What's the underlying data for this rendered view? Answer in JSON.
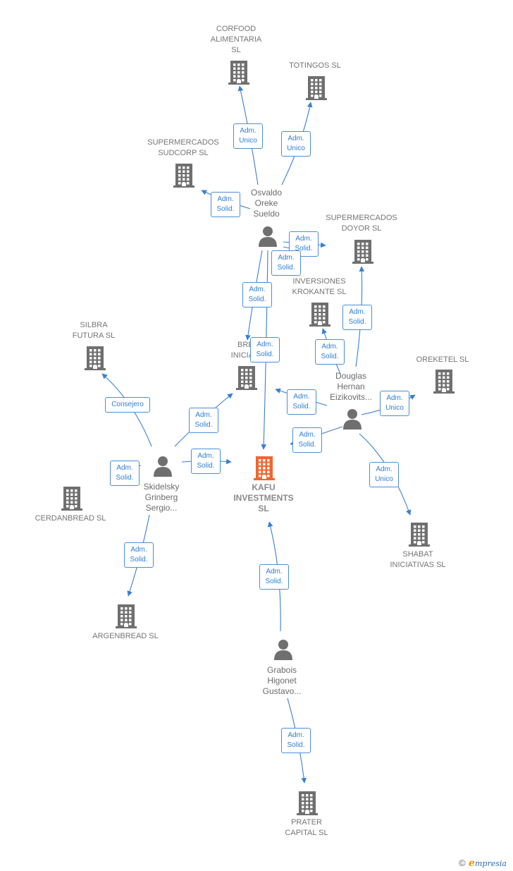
{
  "companies": [
    {
      "id": "corfood",
      "label": "CORFOOD\nALIMENTARIA\nSL",
      "main": false
    },
    {
      "id": "totingos",
      "label": "TOTINGOS  SL",
      "main": false
    },
    {
      "id": "supermercados-sudcorp",
      "label": "SUPERMERCADOS\nSUDCORP  SL",
      "main": false
    },
    {
      "id": "supermercados-doyor",
      "label": "SUPERMERCADOS\nDOYOR  SL",
      "main": false
    },
    {
      "id": "inversiones-krokante",
      "label": "INVERSIONES\nKROKANTE  SL",
      "main": false
    },
    {
      "id": "silbra-futura",
      "label": "SILBRA\nFUTURA SL",
      "main": false
    },
    {
      "id": "bread-iniciativas",
      "label": "BREA\nINICIATIV",
      "main": false
    },
    {
      "id": "oreketel",
      "label": "OREKETEL SL",
      "main": false
    },
    {
      "id": "kafu-investments",
      "label": "KAFU\nINVESTMENTS\nSL",
      "main": true
    },
    {
      "id": "cerdanbread",
      "label": "CERDANBREAD SL",
      "main": false
    },
    {
      "id": "shabat-iniciativas",
      "label": "SHABAT\nINICIATIVAS SL",
      "main": false
    },
    {
      "id": "argenbread",
      "label": "ARGENBREAD SL",
      "main": false
    },
    {
      "id": "prater-capital",
      "label": "PRATER\nCAPITAL  SL",
      "main": false
    }
  ],
  "persons": [
    {
      "id": "osvaldo",
      "label": "Osvaldo\nOreke\nSueldo"
    },
    {
      "id": "douglas",
      "label": "Douglas\nHernan\nEizikovits..."
    },
    {
      "id": "skidelsky",
      "label": "Skidelsky\nGrinberg\nSergio..."
    },
    {
      "id": "grabois",
      "label": "Grabois\nHigonet\nGustavo..."
    }
  ],
  "relations": [
    {
      "id": "r1",
      "label": "Adm.\nUnico"
    },
    {
      "id": "r2",
      "label": "Adm.\nUnico"
    },
    {
      "id": "r3",
      "label": "Adm.\nSolid."
    },
    {
      "id": "r4",
      "label": "Adm.\nSolid."
    },
    {
      "id": "r5",
      "label": "Adm.\nSolid."
    },
    {
      "id": "r6",
      "label": "Adm.\nSolid."
    },
    {
      "id": "r7",
      "label": "Adm.\nSolid."
    },
    {
      "id": "r8",
      "label": "Adm.\nSolid."
    },
    {
      "id": "r9",
      "label": "Adm.\nSolid."
    },
    {
      "id": "r10",
      "label": "Adm.\nSolid."
    },
    {
      "id": "r11",
      "label": "Adm.\nUnico"
    },
    {
      "id": "r12",
      "label": "Adm.\nSolid."
    },
    {
      "id": "r13",
      "label": "Adm.\nUnico"
    },
    {
      "id": "r14",
      "label": "Consejero"
    },
    {
      "id": "r15",
      "label": "Adm.\nSolid."
    },
    {
      "id": "r16",
      "label": "Adm.\nSolid."
    },
    {
      "id": "r17",
      "label": "Adm.\nSolid."
    },
    {
      "id": "r18",
      "label": "Adm.\nSolid."
    },
    {
      "id": "r19",
      "label": "Adm.\nSolid."
    },
    {
      "id": "r20",
      "label": "Adm.\nSolid."
    }
  ],
  "footer": {
    "copyright": "©",
    "brand_initial": "e",
    "brand_rest": "mpresia"
  },
  "colors": {
    "company_icon": "#6f6f6f",
    "main_company_icon": "#f26530",
    "person_icon": "#6f6f6f",
    "edge": "#3a7fd0"
  }
}
